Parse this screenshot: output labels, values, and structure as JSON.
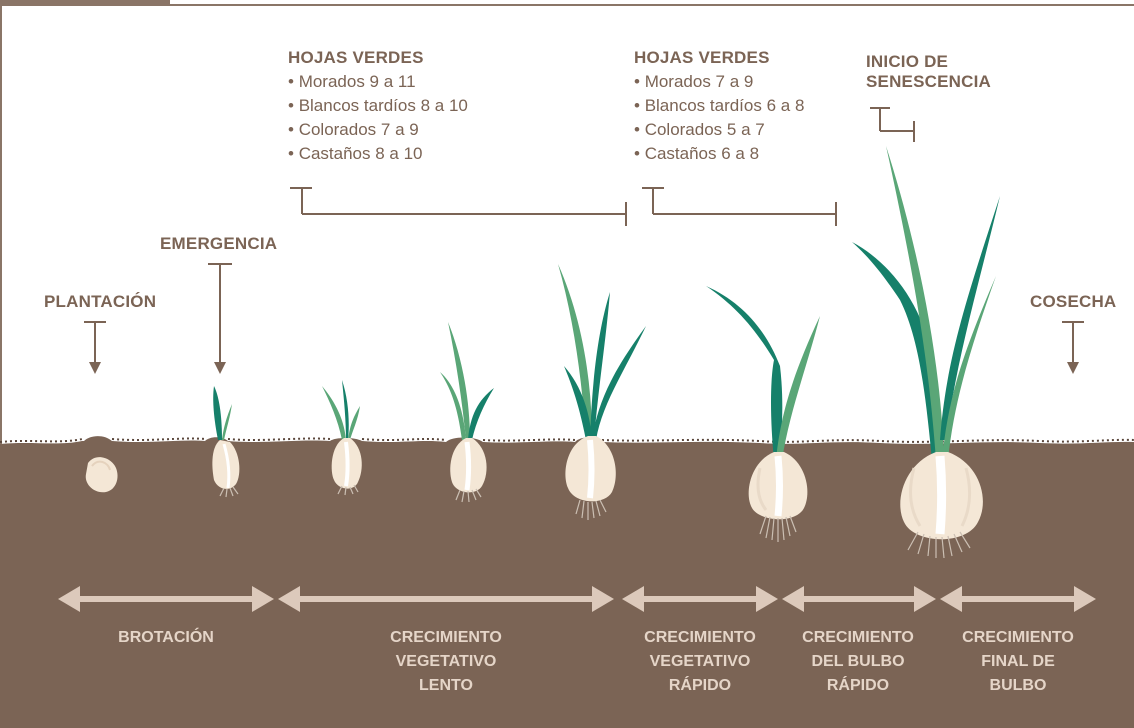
{
  "colors": {
    "soil": "#7b6455",
    "text_brown": "#7b6455",
    "arrow_light": "#dcc9bb",
    "leaf_dark": "#16806a",
    "leaf_light": "#5aa677",
    "bulb": "#f4e7d6",
    "frame": "#8a7567"
  },
  "events": {
    "plantacion": "PLANTACIÓN",
    "emergencia": "EMERGENCIA",
    "senescencia_line1": "INICIO DE",
    "senescencia_line2": "SENESCENCIA",
    "cosecha": "COSECHA"
  },
  "leaf_counts": [
    {
      "title": "HOJAS VERDES",
      "items": [
        "Morados 9 a 11",
        "Blancos tardíos 8 a 10",
        "Colorados 7 a 9",
        "Castaños 8 a 10"
      ]
    },
    {
      "title": "HOJAS VERDES",
      "items": [
        "Morados 7 a 9",
        "Blancos tardíos 6 a 8",
        "Colorados 5 a 7",
        "Castaños 6 a 8"
      ]
    }
  ],
  "stages": [
    {
      "lines": [
        "BROTACIÓN"
      ]
    },
    {
      "lines": [
        "CRECIMIENTO",
        "VEGETATIVO",
        "LENTO"
      ]
    },
    {
      "lines": [
        "CRECIMIENTO",
        "VEGETATIVO",
        "RÁPIDO"
      ]
    },
    {
      "lines": [
        "CRECIMIENTO",
        "DEL BULBO",
        "RÁPIDO"
      ]
    },
    {
      "lines": [
        "CRECIMIENTO",
        "FINAL DE",
        "BULBO"
      ]
    }
  ]
}
